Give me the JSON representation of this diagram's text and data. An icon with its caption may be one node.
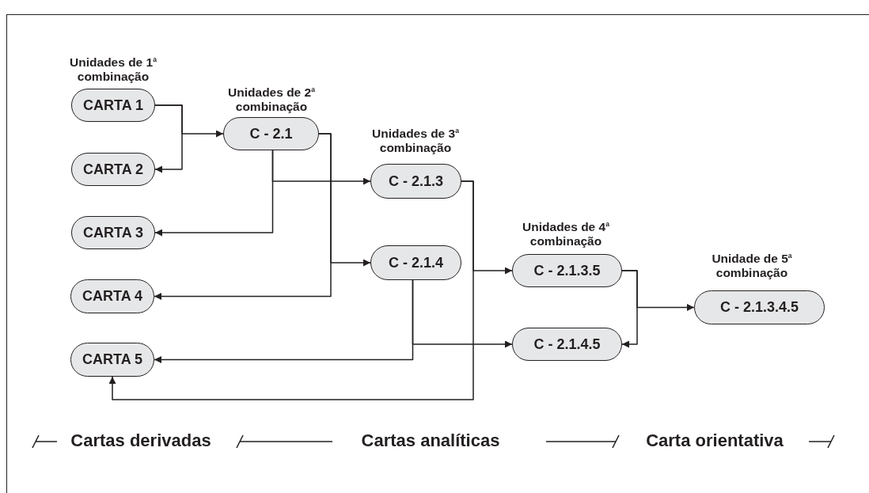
{
  "diagram": {
    "nodes": [
      {
        "text": [
          "CARTA 1"
        ]
      },
      {
        "text": [
          "CARTA 2"
        ]
      },
      {
        "text": [
          "CARTA 3"
        ]
      },
      {
        "text": [
          "CARTA 4"
        ]
      },
      {
        "text": [
          "CARTA 5"
        ]
      },
      {
        "text": [
          "C - 2.1"
        ]
      },
      {
        "text": [
          "C - 2.1.3"
        ]
      },
      {
        "text": [
          "C - 2.1.4"
        ]
      },
      {
        "text": [
          "C - 2.1.3.5"
        ]
      },
      {
        "text": [
          "C - 2.1.4.5"
        ]
      },
      {
        "text": [
          "C - 2.1.3.4.5"
        ]
      }
    ],
    "edges": [
      {
        "from": 0,
        "to": 5,
        "arrow": "to"
      },
      {
        "from": 0,
        "to": 1,
        "arrow": "to"
      },
      {
        "from": 5,
        "to": 6,
        "arrow": "to"
      },
      {
        "from": 5,
        "to": 2,
        "arrow": "to"
      },
      {
        "from": 5,
        "to": 7,
        "arrow": "to"
      },
      {
        "from": 5,
        "to": 3,
        "arrow": "to"
      },
      {
        "from": 6,
        "to": 8,
        "arrow": "to"
      },
      {
        "from": 6,
        "to": 4,
        "arrow": "to"
      },
      {
        "from": 7,
        "to": 9,
        "arrow": "to"
      },
      {
        "from": 7,
        "to": 4,
        "arrow": "to"
      },
      {
        "from": 8,
        "to": 10,
        "arrow": "to"
      },
      {
        "from": 8,
        "to": 9,
        "arrow": "to"
      }
    ],
    "labels": [
      "Unidades de 1$^{a}$ combinação",
      "Unidades de 2$^{a}$ combinação",
      "Unidades de 3$^{a}$ combinação",
      "Unidades de 4$^{a}$ combinação",
      "Unidade de 5$^{a}$ combinação",
      "Cartas derivadas",
      "Cartas analíticas",
      "Carta orientativa"
    ]
  }
}
